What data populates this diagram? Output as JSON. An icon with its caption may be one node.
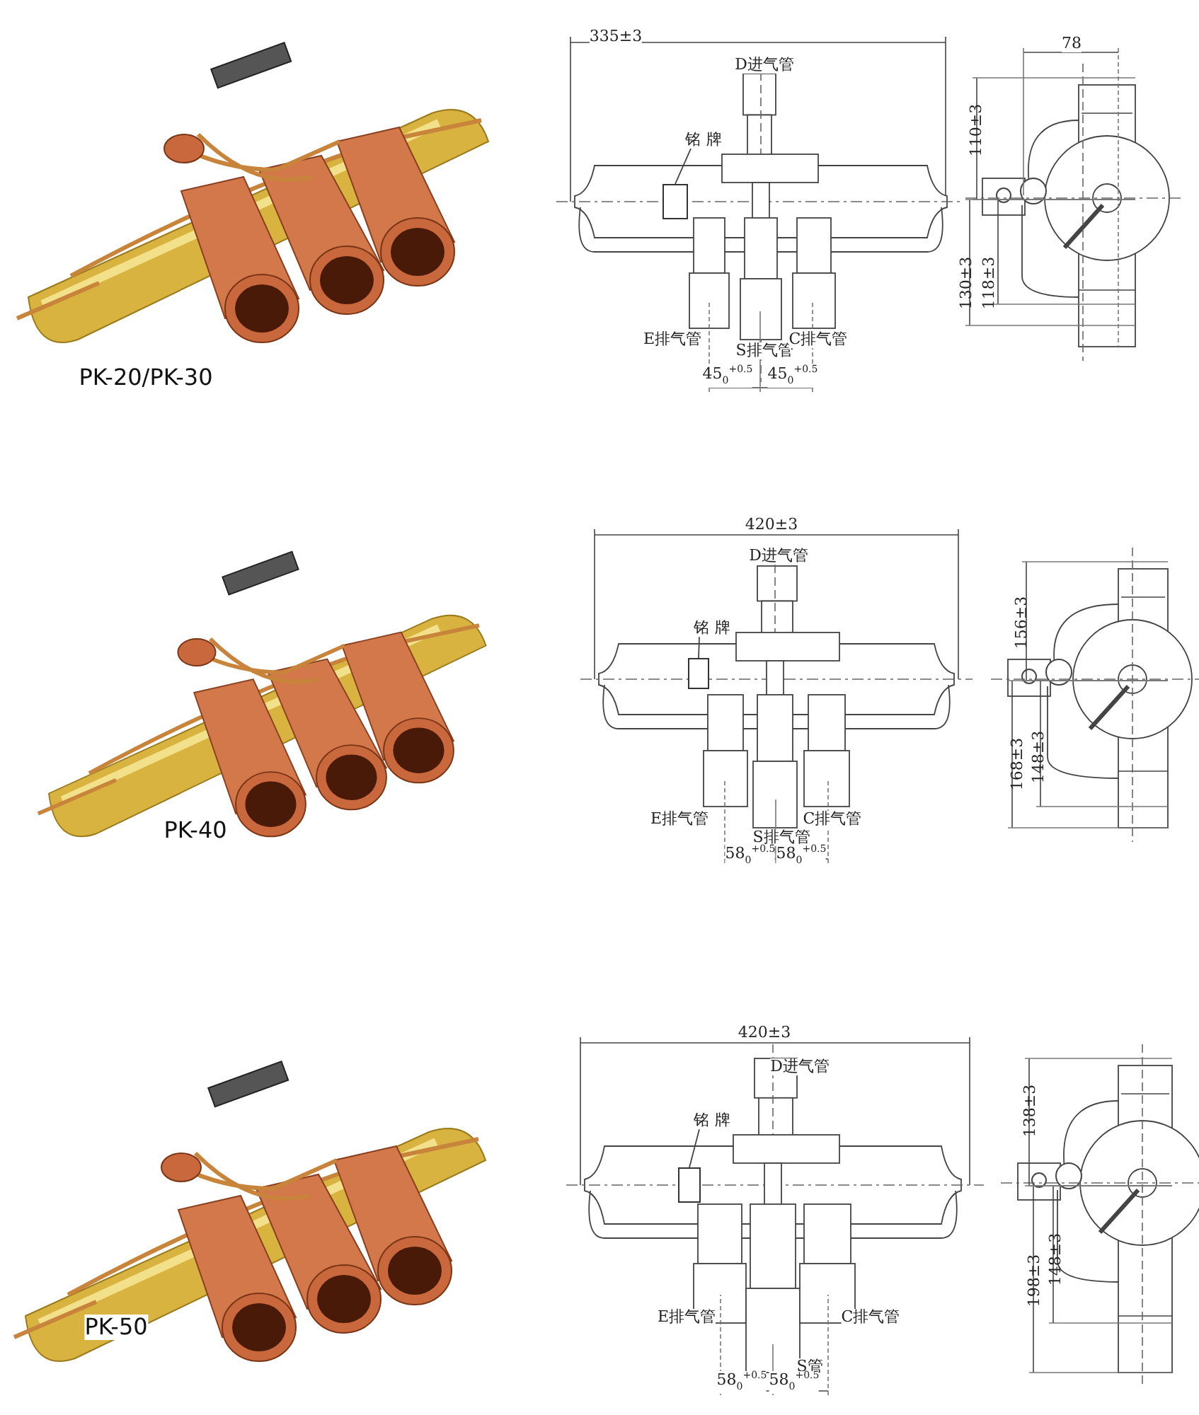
{
  "diagram": {
    "nodes": [
      {
        "text": [
          "铭牌"
        ]
      },
      {
        "text": [],
        "shape": "box"
      },
      {
        "text": [
          "铭牌"
        ]
      },
      {
        "text": [],
        "shape": "box"
      },
      {
        "text": [
          "铭牌"
        ]
      },
      {
        "text": [],
        "shape": "box"
      }
    ],
    "edges": [
      {
        "from": 0,
        "to": 1,
        "arrow": "none"
      },
      {
        "from": 2,
        "to": 3,
        "arrow": "none"
      },
      {
        "from": 4,
        "to": 5,
        "arrow": "none"
      }
    ],
    "labels": [
      "335±3",
      "D进气管",
      "78",
      "110±3",
      "130±3",
      "118±3",
      "E排气管",
      "S排气管",
      "C排气管",
      "PK-20/PK-30",
      "45$_{0}$$^{+0.5}$",
      "45$_{0}$$^{+0.5}$",
      "420±3",
      "D进气管",
      "156±3",
      "168±3",
      "148±3",
      "PK-40",
      "E排气管",
      "C排气管",
      "S排气管",
      "58$_{0}$$^{+0.5}$",
      "58$_{0}$$^{+0.5}$",
      "420±3",
      "D进气管",
      "138±3",
      "198±3",
      "148±3",
      "PK-50",
      "E排气管",
      "C排气管",
      "S管",
      "58$_{0}$$^{+0.5}$",
      "58$_{0}$$^{+0.5}$"
    ]
  }
}
